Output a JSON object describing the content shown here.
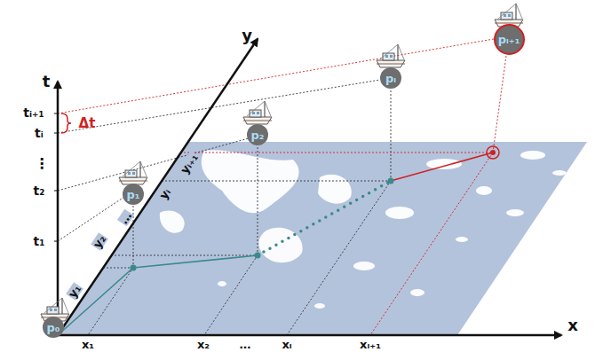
{
  "diagram": {
    "nodes": [
      {
        "text": [
          "p₀"
        ]
      },
      {
        "text": [
          "p₁"
        ]
      },
      {
        "text": [
          "p₂"
        ]
      },
      {
        "text": [
          "pᵢ"
        ]
      },
      {
        "text": [
          "pᵢ₊₁"
        ]
      }
    ],
    "labels": [
      "t",
      "t₁",
      "t₂",
      "⋮",
      "tᵢ",
      "tᵢ₊₁",
      "Δt",
      "y",
      "y₁",
      "y₂",
      "…",
      "yᵢ",
      "yᵢ₊₁",
      "x",
      "x₁",
      "x₂",
      "…",
      "xᵢ",
      "xᵢ₊₁"
    ]
  }
}
